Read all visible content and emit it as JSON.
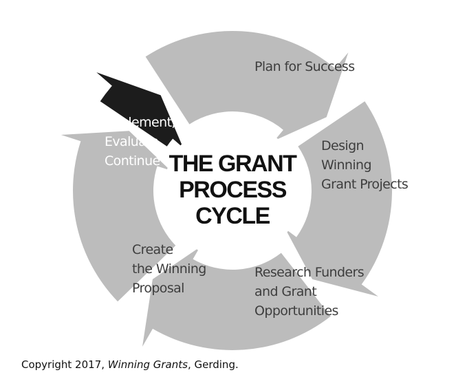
{
  "diagram": {
    "center_title_lines": [
      "THE GRANT",
      "PROCESS",
      "CYCLE"
    ],
    "colors": {
      "segment_gray": "#bcbcbc",
      "segment_active": "#1c1c1c",
      "text_dark": "#3e3e3e",
      "text_light": "#ffffff",
      "center_text": "#111111"
    },
    "segments": [
      {
        "id": "plan",
        "lines": [
          "Plan for Success"
        ],
        "active": false
      },
      {
        "id": "design",
        "lines": [
          "Design",
          "Winning",
          "Grant Projects"
        ],
        "active": false
      },
      {
        "id": "research",
        "lines": [
          "Research Funders",
          "and Grant",
          "Opportunities"
        ],
        "active": false
      },
      {
        "id": "create",
        "lines": [
          "Create",
          "the Winning",
          "Proposal"
        ],
        "active": false
      },
      {
        "id": "implement",
        "lines": [
          "Implement,",
          "Evaluate,",
          "Continue"
        ],
        "active": true
      }
    ]
  },
  "footer": {
    "copyright_prefix": "Copyright 2017, ",
    "copyright_title": "Winning Grants",
    "copyright_suffix": ", Gerding."
  }
}
